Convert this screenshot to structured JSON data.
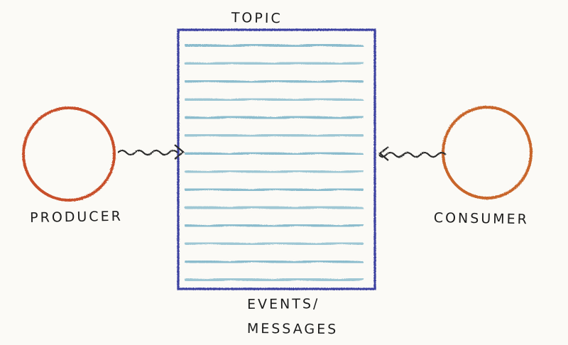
{
  "labels": {
    "topic": "TOPIC",
    "producer": "PRODUCER",
    "consumer": "CONSUMER",
    "events_line1": "EVENTS/",
    "events_line2": "MESSAGES"
  },
  "colors": {
    "background": "#fbfaf6",
    "topic_border": "#3a3fa0",
    "message_lines": "#7fb6c9",
    "producer_circle": "#c8502a",
    "consumer_circle": "#c8652a",
    "arrows": "#2b2b2b",
    "text": "#1c1c1c"
  },
  "message_line_count": 14
}
